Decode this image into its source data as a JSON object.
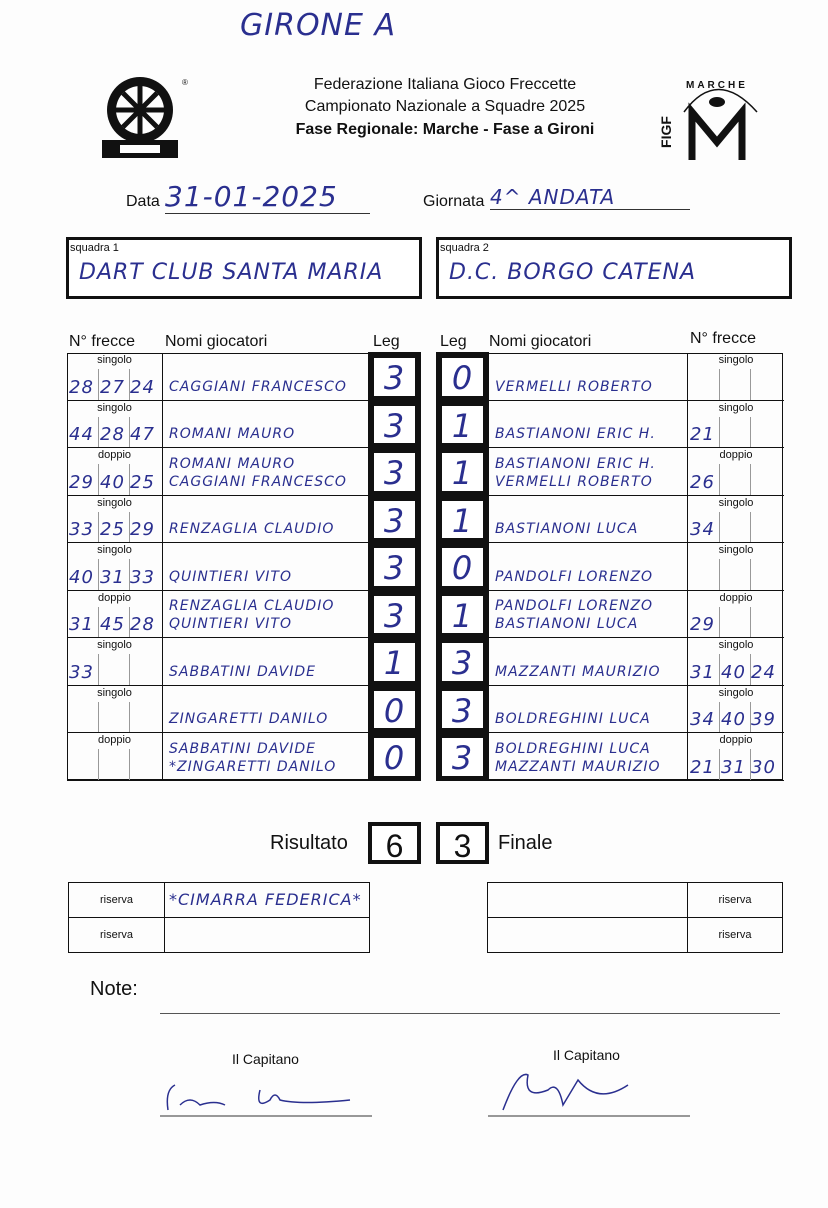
{
  "title_handwritten": "GIRONE A",
  "header": {
    "line1": "Federazione Italiana Gioco Freccette",
    "line2": "Campionato Nazionale a Squadre 2025",
    "line3": "Fase Regionale: Marche - Fase a Gironi",
    "logo_right_text": "FIGF",
    "logo_right_arc": "MARCHE",
    "logo_reg": "®"
  },
  "meta": {
    "data_label": "Data",
    "data_value": "31-01-2025",
    "giornata_label": "Giornata",
    "giornata_value": "4^ ANDATA"
  },
  "teams": {
    "squadra1_label": "squadra 1",
    "squadra1": "DART CLUB SANTA MARIA",
    "squadra2_label": "squadra 2",
    "squadra2": "D.C. BORGO CATENA"
  },
  "columns": {
    "frecce": "N° frecce",
    "nomi": "Nomi giocatori",
    "leg": "Leg"
  },
  "matches": [
    {
      "type": "singolo",
      "left_frecce": [
        "28",
        "27",
        "24"
      ],
      "left_names": [
        "CAGGIANI FRANCESCO"
      ],
      "left_leg": "3",
      "right_leg": "0",
      "right_names": [
        "VERMELLI ROBERTO"
      ],
      "right_frecce": [
        "",
        "",
        ""
      ]
    },
    {
      "type": "singolo",
      "left_frecce": [
        "44",
        "28",
        "47"
      ],
      "left_names": [
        "ROMANI MAURO"
      ],
      "left_leg": "3",
      "right_leg": "1",
      "right_names": [
        "BASTIANONI ERIC H."
      ],
      "right_frecce": [
        "21",
        "",
        ""
      ]
    },
    {
      "type": "doppio",
      "left_frecce": [
        "29",
        "40",
        "25"
      ],
      "left_names": [
        "ROMANI MAURO",
        "CAGGIANI FRANCESCO"
      ],
      "left_leg": "3",
      "right_leg": "1",
      "right_names": [
        "BASTIANONI ERIC H.",
        "VERMELLI ROBERTO"
      ],
      "right_frecce": [
        "26",
        "",
        ""
      ]
    },
    {
      "type": "singolo",
      "left_frecce": [
        "33",
        "25",
        "29"
      ],
      "left_names": [
        "RENZAGLIA CLAUDIO"
      ],
      "left_leg": "3",
      "right_leg": "1",
      "right_names": [
        "BASTIANONI LUCA"
      ],
      "right_frecce": [
        "34",
        "",
        ""
      ]
    },
    {
      "type": "singolo",
      "left_frecce": [
        "40",
        "31",
        "33"
      ],
      "left_names": [
        "QUINTIERI VITO"
      ],
      "left_leg": "3",
      "right_leg": "0",
      "right_names": [
        "PANDOLFI LORENZO"
      ],
      "right_frecce": [
        "",
        "",
        ""
      ]
    },
    {
      "type": "doppio",
      "left_frecce": [
        "31",
        "45",
        "28"
      ],
      "left_names": [
        "RENZAGLIA CLAUDIO",
        "QUINTIERI VITO"
      ],
      "left_leg": "3",
      "right_leg": "1",
      "right_names": [
        "PANDOLFI LORENZO",
        "BASTIANONI LUCA"
      ],
      "right_frecce": [
        "29",
        "",
        ""
      ]
    },
    {
      "type": "singolo",
      "left_frecce": [
        "33",
        "",
        ""
      ],
      "left_names": [
        "SABBATINI DAVIDE"
      ],
      "left_leg": "1",
      "right_leg": "3",
      "right_names": [
        "MAZZANTI MAURIZIO"
      ],
      "right_frecce": [
        "31",
        "40",
        "24"
      ]
    },
    {
      "type": "singolo",
      "left_frecce": [
        "",
        "",
        ""
      ],
      "left_names": [
        "ZINGARETTI DANILO"
      ],
      "left_leg": "0",
      "right_leg": "3",
      "right_names": [
        "BOLDREGHINI LUCA"
      ],
      "right_frecce": [
        "34",
        "40",
        "39"
      ]
    },
    {
      "type": "doppio",
      "left_frecce": [
        "",
        "",
        ""
      ],
      "left_names": [
        "SABBATINI DAVIDE",
        "*ZINGARETTI DANILO"
      ],
      "left_leg": "0",
      "right_leg": "3",
      "right_names": [
        "BOLDREGHINI LUCA",
        "MAZZANTI MAURIZIO"
      ],
      "right_frecce": [
        "21",
        "31",
        "30"
      ]
    }
  ],
  "result": {
    "label": "Risultato",
    "left": "6",
    "right": "3",
    "finale": "Finale"
  },
  "riserve": {
    "label": "riserva",
    "left": [
      "*CIMARRA FEDERICA*",
      ""
    ],
    "right": [
      "",
      ""
    ]
  },
  "note_label": "Note:",
  "captain_label": "Il Capitano"
}
